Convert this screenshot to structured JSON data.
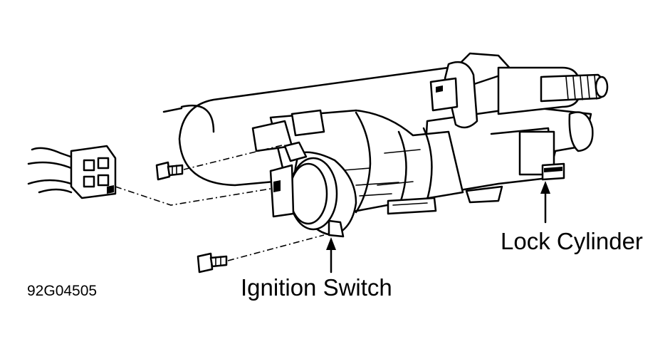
{
  "labels": {
    "lock_cylinder": "Lock Cylinder",
    "ignition_switch": "Ignition Switch",
    "figure_code": "92G04505"
  },
  "colors": {
    "ink": "#000000",
    "paper": "#ffffff"
  }
}
